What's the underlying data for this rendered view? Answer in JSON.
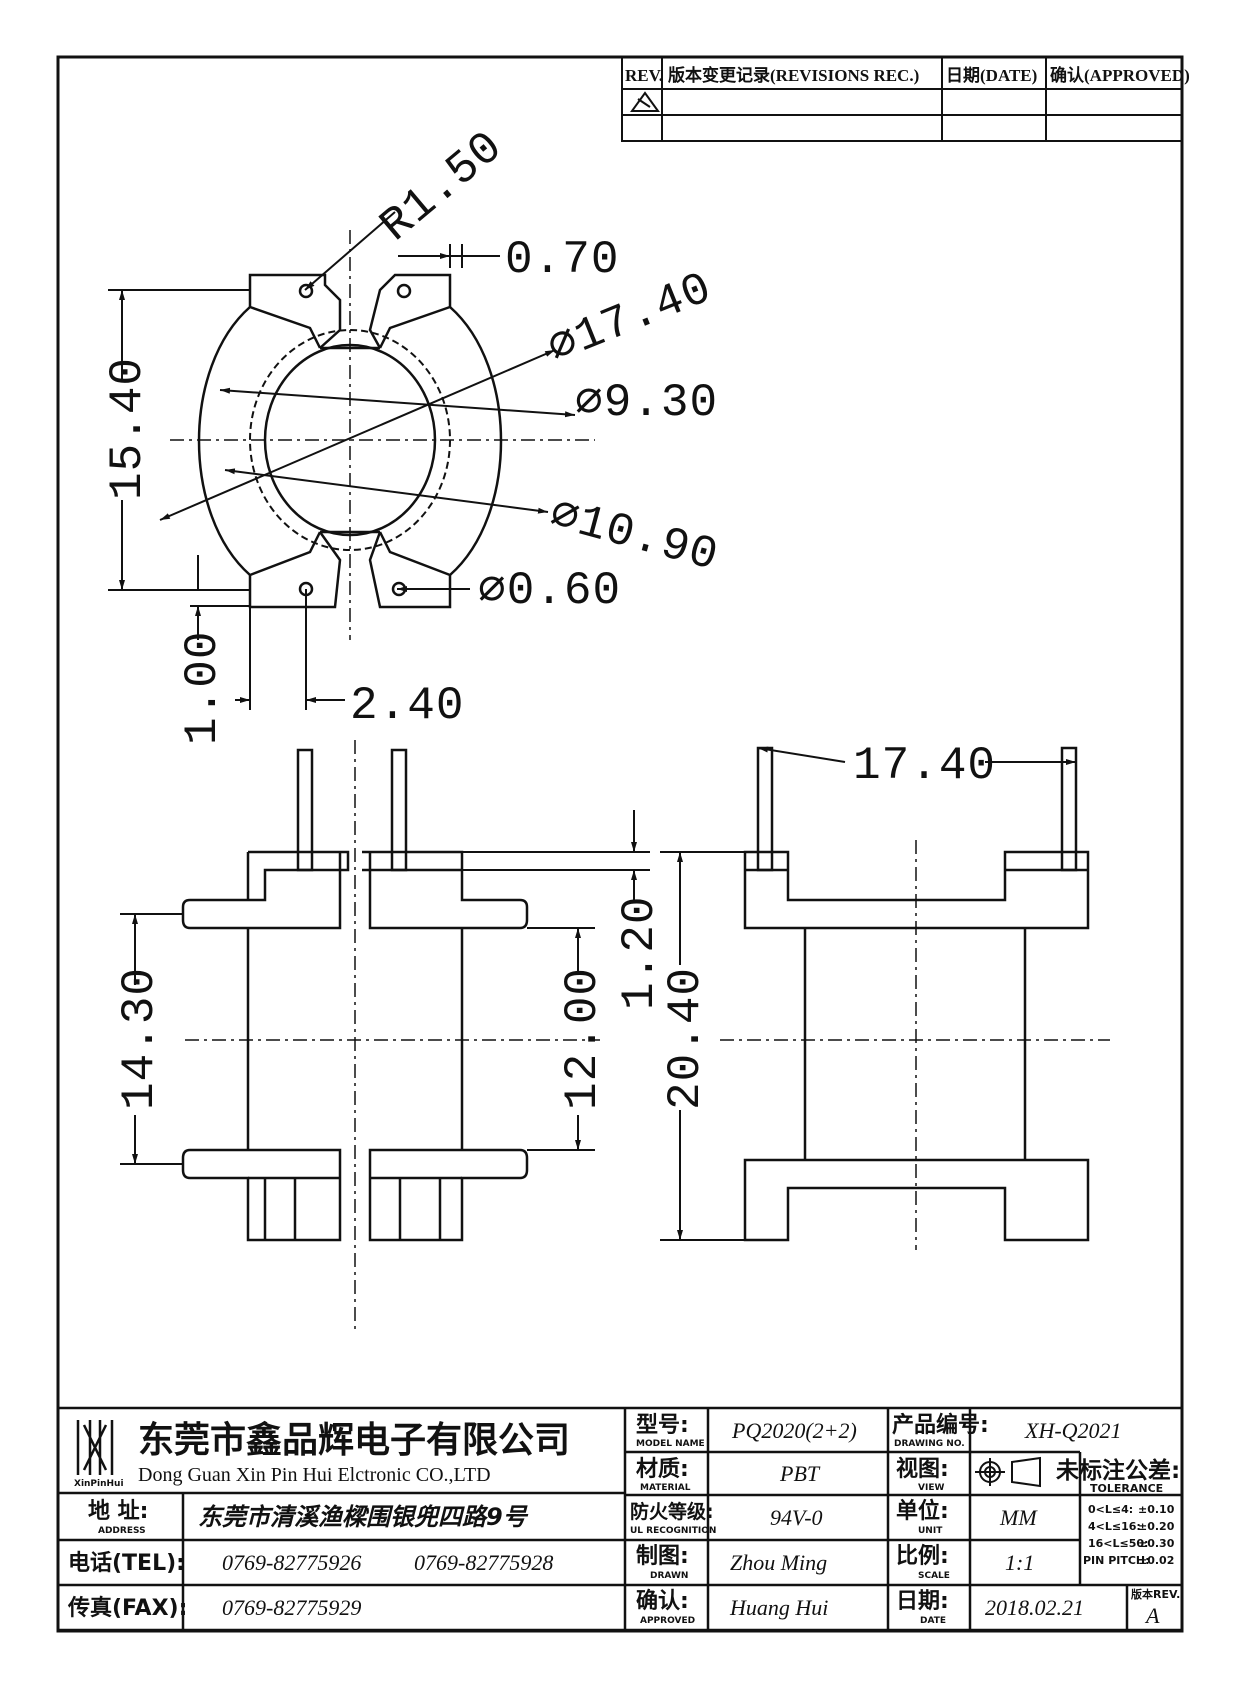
{
  "revision_table": {
    "rev_header": "REV.",
    "records_header": "版本变更记录(REVISIONS REC.)",
    "date_header": "日期(DATE)",
    "approved_header": "确认(APPROVED)"
  },
  "dimensions": {
    "r_1_50": "R1.50",
    "d_0_70": "0.70",
    "d_17_40_dia": "∅17.40",
    "d_9_30_dia": "∅9.30",
    "d_10_90_dia": "∅10.90",
    "d_0_60_dia": "∅0.60",
    "d_15_40": "15.40",
    "d_1_00": "1.00",
    "d_2_40": "2.40",
    "d_14_30": "14.30",
    "d_12_00": "12.00",
    "d_1_20": "1.20",
    "d_20_40": "20.40",
    "d_17_40": "17.40"
  },
  "title_block": {
    "company_logo_text": "XinPinHui",
    "company_name_cn": "东莞市鑫品辉电子有限公司",
    "company_name_en": "Dong Guan Xin Pin Hui Elctronic CO.,LTD",
    "address_label": "地 址:",
    "address_label_en": "ADDRESS",
    "address_value": "东莞市清溪渔樑围银兜四路9号",
    "tel_label": "电话(TEL):",
    "tel_value_1": "0769-82775926",
    "tel_value_2": "0769-82775928",
    "fax_label": "传真(FAX):",
    "fax_value": "0769-82775929",
    "model_label": "型号:",
    "model_label_en": "MODEL NAME",
    "model_value": "PQ2020(2+2)",
    "material_label": "材质:",
    "material_label_en": "MATERIAL",
    "material_value": "PBT",
    "flame_label": "防火等级:",
    "flame_label_en": "UL RECOGNITION",
    "flame_value": "94V-0",
    "drawn_label": "制图:",
    "drawn_label_en": "DRAWN",
    "drawn_value": "Zhou Ming",
    "approved_label": "确认:",
    "approved_label_en": "APPROVED",
    "approved_value": "Huang Hui",
    "drawing_no_label": "产品编号:",
    "drawing_no_label_en": "DRAWING NO.",
    "drawing_no_value": "XH-Q2021",
    "view_label": "视图:",
    "view_label_en": "VIEW",
    "unit_label": "单位:",
    "unit_label_en": "UNIT",
    "unit_value": "MM",
    "scale_label": "比例:",
    "scale_label_en": "SCALE",
    "scale_value": "1:1",
    "date_label": "日期:",
    "date_label_en": "DATE",
    "date_value": "2018.02.21",
    "tolerance_title": "未标注公差:",
    "tolerance_title_en": "TOLERANCE",
    "tol_row1_range": "0<L≤4:",
    "tol_row1_value": "±0.10",
    "tol_row2_range": "4<L≤16:",
    "tol_row2_value": "±0.20",
    "tol_row3_range": "16<L≤50:",
    "tol_row3_value": "±0.30",
    "tol_row4_range": "PIN PITCH:",
    "tol_row4_value": "±0.02",
    "rev_label": "版本REV.",
    "rev_value": "A"
  }
}
